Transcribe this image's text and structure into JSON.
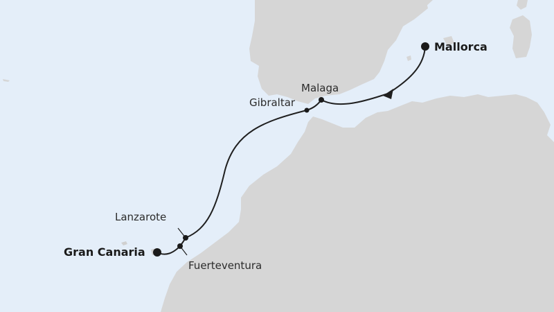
{
  "map": {
    "colors": {
      "sea": "#e4eef9",
      "land": "#d6d6d6",
      "route": "#1f1f1f",
      "text": "#2b2b2b"
    },
    "ports": [
      {
        "id": "mallorca",
        "label": "Mallorca",
        "role": "start",
        "bold": true
      },
      {
        "id": "malaga",
        "label": "Malaga",
        "role": "stop",
        "bold": false
      },
      {
        "id": "gibraltar",
        "label": "Gibraltar",
        "role": "stop",
        "bold": false
      },
      {
        "id": "lanzarote",
        "label": "Lanzarote",
        "role": "stop",
        "bold": false
      },
      {
        "id": "fuerteventura",
        "label": "Fuerteventura",
        "role": "stop",
        "bold": false
      },
      {
        "id": "gran-canaria",
        "label": "Gran Canaria",
        "role": "end",
        "bold": true
      }
    ],
    "route_order": [
      "Mallorca",
      "Malaga",
      "Gibraltar",
      "Lanzarote",
      "Fuerteventura",
      "Gran Canaria"
    ]
  }
}
